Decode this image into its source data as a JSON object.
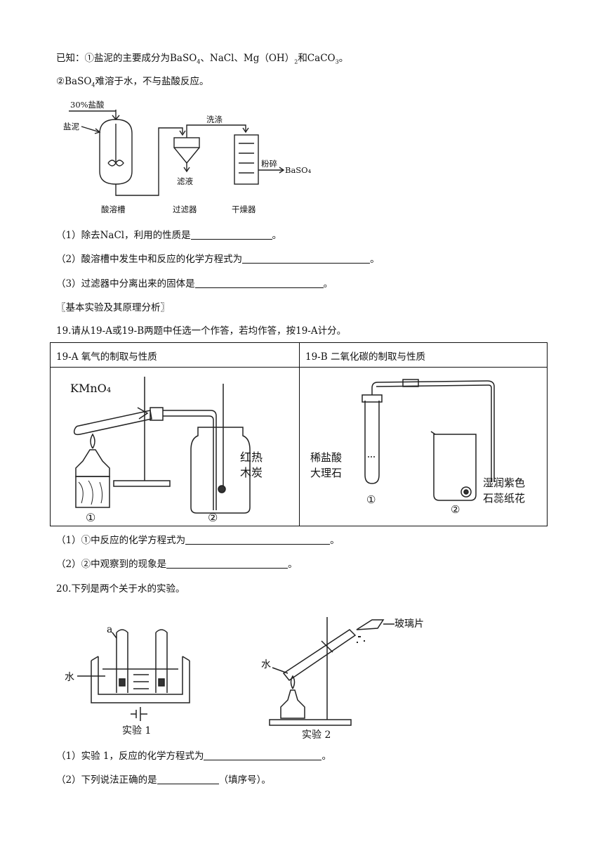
{
  "known": {
    "line1": {
      "prefix": "已知：①盐泥的主要成分为BaSO",
      "s1": "4",
      "mid1": "、NaCl、Mg（OH）",
      "s2": "2",
      "mid2": "和CaCO",
      "s3": "3",
      "end": "。"
    },
    "line2": {
      "prefix": "②BaSO",
      "s1": "4",
      "rest": "难溶于水，不与盐酸反应。"
    }
  },
  "process_figure": {
    "reagent": "30%盐酸",
    "feed": "盐泥",
    "wash": "洗涤",
    "filtrate": "滤液",
    "crush": "粉碎",
    "product": "BaSO₄",
    "unit1": "酸溶槽",
    "unit2": "过滤器",
    "unit3": "干燥器"
  },
  "q18": [
    {
      "text": "（1）除去NaCl，利用的性质是",
      "end": "。"
    },
    {
      "text": "（2）酸溶槽中发生中和反应的化学方程式为",
      "end": "。"
    },
    {
      "text": "（3）过滤器中分离出来的固体是",
      "end": "。"
    }
  ],
  "section_title": "〖基本实验及其原理分析〗",
  "q19": {
    "stem": "19.请从19-A或19-B两题中任选一个作答，若均作答，按19-A计分。",
    "col_a": "19-A 氧气的制取与性质",
    "col_b": "19-B 二氧化碳的制取与性质",
    "fig_a": {
      "reagent": "KMnO₄",
      "label1": "红热",
      "label2": "木炭",
      "n1": "①",
      "n2": "②"
    },
    "fig_b": {
      "label1": "稀盐酸",
      "label2": "大理石",
      "label3": "湿润紫色",
      "label4": "石蕊纸花",
      "n1": "①",
      "n2": "②"
    },
    "subs": [
      {
        "text": "（1）①中反应的化学方程式为",
        "end": "。"
      },
      {
        "text": "（2）②中观察到的现象是",
        "end": "。"
      }
    ]
  },
  "q20": {
    "stem": "20.下列是两个关于水的实验。",
    "fig1": {
      "a": "a",
      "water": "水",
      "caption": "实验 1"
    },
    "fig2": {
      "water": "水",
      "chip": "玻璃片",
      "caption": "实验 2"
    },
    "subs": [
      {
        "text": "（1）实验 1，反应的化学方程式为",
        "end": "。"
      },
      {
        "text": "（2）下列说法正确的是",
        "end": "（填序号）。"
      }
    ]
  }
}
